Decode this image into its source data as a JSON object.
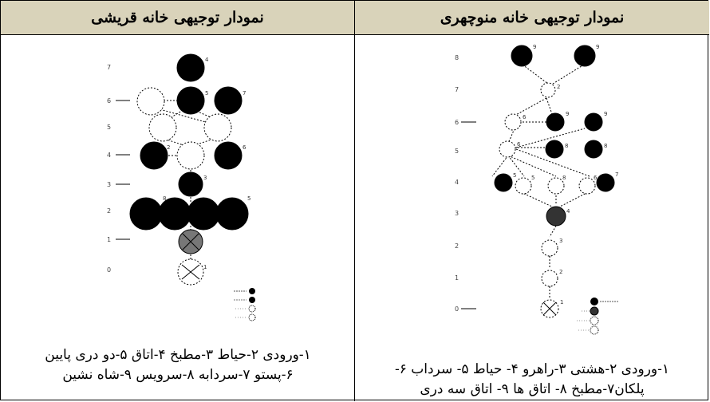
{
  "left_panel": {
    "title": "نمودار توجیهی خانه قریشی",
    "caption_line1": "۱-ورودی ۲-حیاط ۳-مطبخ ۴-اتاق ۵-دو دری پایین",
    "caption_line2": "۶-پستو ۷-سردابه ۸-سرویس ۹-شاه نشین",
    "levels": [
      "7",
      "6",
      "5",
      "4",
      "3",
      "2",
      "1",
      "0"
    ],
    "node_labels": [
      "4",
      "5",
      "7",
      "2",
      "6",
      "3",
      "8",
      "5",
      "1"
    ]
  },
  "right_panel": {
    "title": "نمودار توجیهی خانه منوچهری",
    "caption_line1": "۱-ورودی ۲-هشتی ۳-راهرو ۴- حیاط ۵- سرداب ۶-",
    "caption_line2": "پلکان۷-مطبخ ۸- اتاق ها ۹- اتاق سه دری",
    "levels": [
      "8",
      "7",
      "6",
      "5",
      "4",
      "3",
      "2",
      "1",
      "0"
    ],
    "node_labels": [
      "9",
      "9",
      "2",
      "6",
      "9",
      "9",
      "6",
      "8",
      "8",
      "5",
      "5",
      "8",
      "6",
      "7",
      "4",
      "3",
      "2",
      "1"
    ]
  },
  "colors": {
    "header_bg": "#d9d3ba",
    "node_fill": "#000000",
    "line": "#000000"
  }
}
